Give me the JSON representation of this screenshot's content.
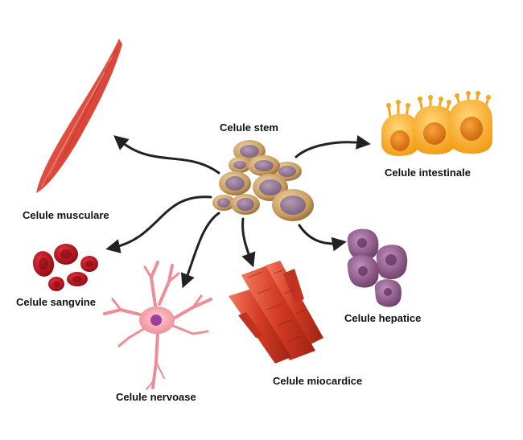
{
  "labels": {
    "stem": "Celule stem",
    "muscle": "Celule musculare",
    "intestinal": "Celule intestinale",
    "blood": "Celule sangvine",
    "nerve": "Celule nervoase",
    "cardiac": "Celule miocardice",
    "hepatic": "Celule hepatice"
  },
  "colors": {
    "arrow": "#222222",
    "stem_cell": "#c9a36c",
    "stem_nucleus": "#8c6f8c",
    "muscle": "#d8403a",
    "intestinal": "#f5a623",
    "blood": "#b5121b",
    "nerve": "#f2a0a6",
    "cardiac": "#d9452f",
    "hepatic": "#8e5f88"
  }
}
